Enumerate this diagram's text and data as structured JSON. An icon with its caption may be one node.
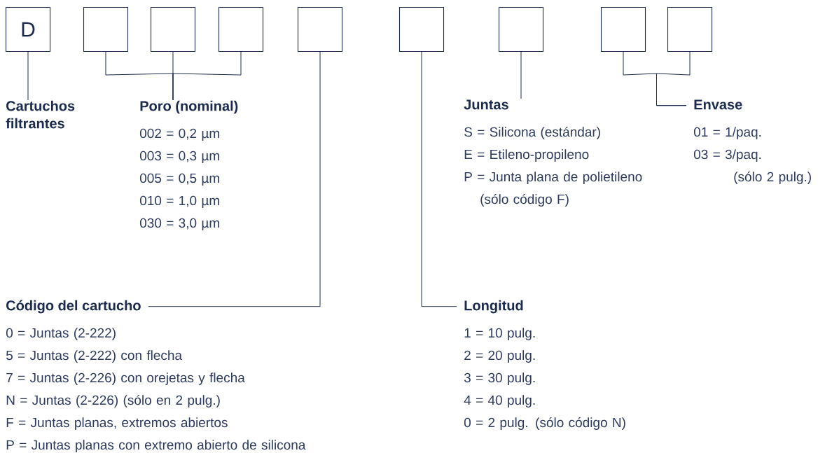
{
  "diagram": {
    "nodes": [
      {
        "text": [
          "D"
        ]
      },
      {
        "text": [],
        "shape": "box"
      },
      {
        "text": [],
        "shape": "box"
      },
      {
        "text": [],
        "shape": "box"
      },
      {
        "text": [],
        "shape": "box"
      },
      {
        "text": [],
        "shape": "box"
      },
      {
        "text": [],
        "shape": "box"
      },
      {
        "text": [],
        "shape": "box"
      },
      {
        "text": [],
        "shape": "box"
      },
      {
        "text": [
          "Cartuchos filtrantes"
        ]
      },
      {
        "text": [
          "Poro (nominal)",
          "002 = 0,2 µm",
          "003 = 0,3 µm",
          "005 = 0,5 µm",
          "010 = 1,0 µm",
          "030 = 3,0 µm"
        ]
      },
      {
        "text": [
          "Juntas",
          "S = Silicona (estándar)",
          "E = Etileno-propileno",
          "P = Junta plana de polietileno (sólo código F)"
        ]
      },
      {
        "text": [
          "Envase",
          "01 = 1/paq.",
          "03 = 3/paq. (sólo 2 pulg.)"
        ]
      },
      {
        "text": [
          "Código del cartucho",
          "0 = Juntas (2-222)",
          "5 = Juntas (2-222) con flecha",
          "7 = Juntas (2-226) con orejetas y flecha",
          "N = Juntas (2-226) (sólo en 2 pulg.)",
          "F = Juntas planas, extremos abiertos",
          "P = Juntas planas con extremo abierto de silicona"
        ]
      },
      {
        "text": [
          "Longitud",
          "1 = 10 pulg.",
          "2 = 20 pulg.",
          "3 = 30 pulg.",
          "4 = 40 pulg.",
          "0 = 2 pulg. (sólo código N)"
        ]
      }
    ],
    "edges": [
      {
        "from": 0,
        "to": 9,
        "arrow": "none"
      },
      {
        "from": 1,
        "to": 10,
        "arrow": "none"
      },
      {
        "from": 2,
        "to": 10,
        "arrow": "none"
      },
      {
        "from": 3,
        "to": 10,
        "arrow": "none"
      },
      {
        "from": 4,
        "to": 13,
        "arrow": "none"
      },
      {
        "from": 5,
        "to": 14,
        "arrow": "none"
      },
      {
        "from": 6,
        "to": 11,
        "arrow": "none"
      },
      {
        "from": 7,
        "to": 12,
        "arrow": "none"
      },
      {
        "from": 8,
        "to": 12,
        "arrow": "none"
      }
    ]
  }
}
